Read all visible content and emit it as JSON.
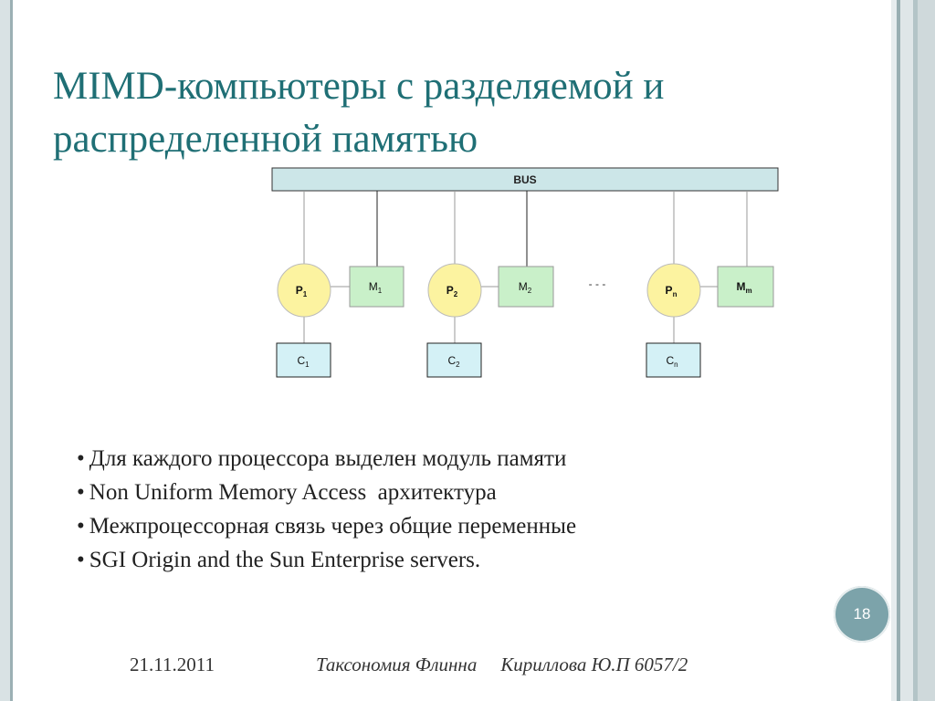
{
  "slide": {
    "title": "MIMD-компьютеры с разделяемой и распределенной памятью",
    "bullets": [
      "Для каждого процессора выделен модуль памяти",
      "Non Uniform Memory Access  архитектура",
      "Межпроцессорная связь через общие переменные",
      "SGI Origin and the Sun Enterprise servers."
    ],
    "page_number": "18",
    "footer": {
      "date": "21.11.2011",
      "topic": "Таксономия Флинна",
      "author": "Кириллова Ю.П 6057/2"
    }
  },
  "diagram": {
    "bus_label": "BUS",
    "ellipsis": "- - -",
    "nodes": [
      {
        "processor": "P",
        "processor_sub": "1",
        "memory": "M",
        "memory_sub": "1",
        "cache": "C",
        "cache_sub": "1"
      },
      {
        "processor": "P",
        "processor_sub": "2",
        "memory": "M",
        "memory_sub": "2",
        "cache": "C",
        "cache_sub": "2"
      },
      {
        "processor": "P",
        "processor_sub": "n",
        "memory": "M",
        "memory_sub": "m",
        "cache": "C",
        "cache_sub": "n"
      }
    ],
    "colors": {
      "bus_fill": "#cce6e8",
      "processor_fill": "#fcf3a0",
      "memory_fill": "#c9f0c9",
      "cache_fill": "#d4f1f6",
      "title": "#1f6f75"
    }
  }
}
